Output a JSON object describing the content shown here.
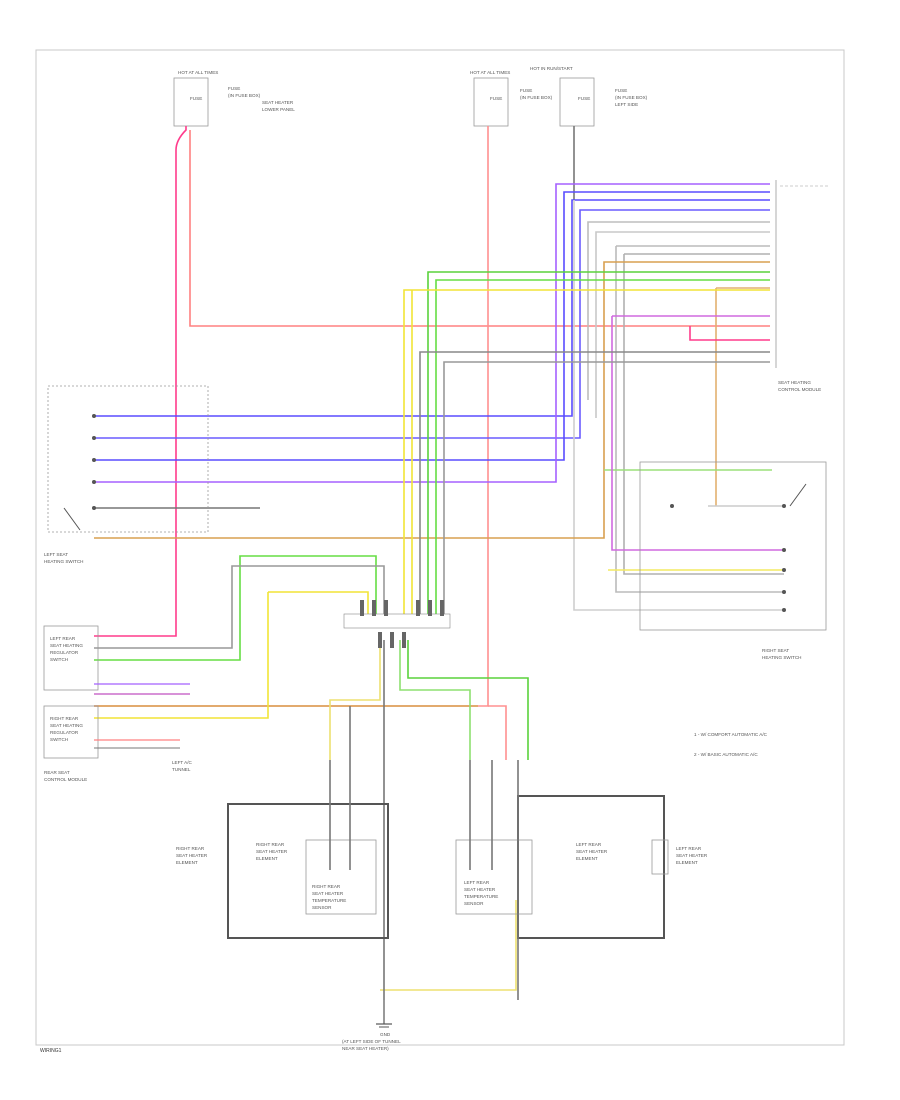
{
  "page_id": "WIRING1",
  "fuse_top_left": {
    "label": "HOT AT ALL TIMES",
    "fuse": "FUSE",
    "desc": [
      "FUSE",
      "(IN FUSE BOX)",
      "SEAT HEATER",
      "LOWER PANEL"
    ]
  },
  "fuse_top_mid": {
    "label": "HOT AT ALL TIMES",
    "fuse": "FUSE",
    "desc": [
      "FUSE",
      "(IN FUSE BOX)"
    ]
  },
  "fuse_top_right": {
    "label": "HOT IN RUN/START",
    "fuse": "FUSE",
    "desc": [
      "FUSE",
      "(IN FUSE BOX)",
      "LEFT SIDE"
    ]
  },
  "modules": {
    "seat_heating_module": [
      "SEAT HEATING",
      "CONTROL MODULE"
    ],
    "left_seat_switch": [
      "LEFT SEAT",
      "HEATING SWITCH"
    ],
    "right_seat_switch": [
      "RIGHT SEAT",
      "HEATING SWITCH"
    ],
    "rear_switch_left": [
      "LEFT REAR",
      "SEAT HEATING",
      "REGULATOR",
      "SWITCH"
    ],
    "rear_switch_right": [
      "RIGHT REAR",
      "SEAT HEATING",
      "REGULATOR",
      "SWITCH"
    ],
    "rear_control": [
      "REAR SEAT",
      "CONTROL MODULE"
    ],
    "rear_right_heater": [
      "RIGHT REAR",
      "SEAT HEATER",
      "ELEMENT"
    ],
    "rear_right_sensor": [
      "RIGHT REAR",
      "SEAT HEATER",
      "TEMPERATURE",
      "SENSOR"
    ],
    "rear_left_sensor": [
      "LEFT REAR",
      "SEAT HEATER",
      "TEMPERATURE",
      "SENSOR"
    ],
    "rear_left_heater": [
      "LEFT REAR",
      "SEAT HEATER",
      "ELEMENT"
    ],
    "rear_right_relay": [
      "RIGHT REAR",
      "SEAT HEATER",
      "ELEMENT"
    ],
    "rear_left_relay": [
      "LEFT REAR",
      "SEAT HEATER",
      "ELEMENT"
    ],
    "left_tunnel": [
      "LEFT A/C",
      "TUNNEL"
    ],
    "ground": [
      "GND",
      "(AT LEFT SIDE OF TUNNEL",
      "NEAR SEAT HEATER)"
    ]
  },
  "legend": [
    "1 - W/ COMFORT AUTOMATIC A/C",
    "2 - W/ BASIC AUTOMATIC A/C"
  ],
  "colors": {
    "pink": "#ff3c8c",
    "red": "#ff7a7a",
    "blue": "#5a4dff",
    "violet": "#a560ff",
    "green": "#5ad23c",
    "yellow": "#f2e436",
    "orange": "#d8a050",
    "gray": "#9a9a9a",
    "lightgray": "#c8c8c8",
    "black": "#555555"
  }
}
